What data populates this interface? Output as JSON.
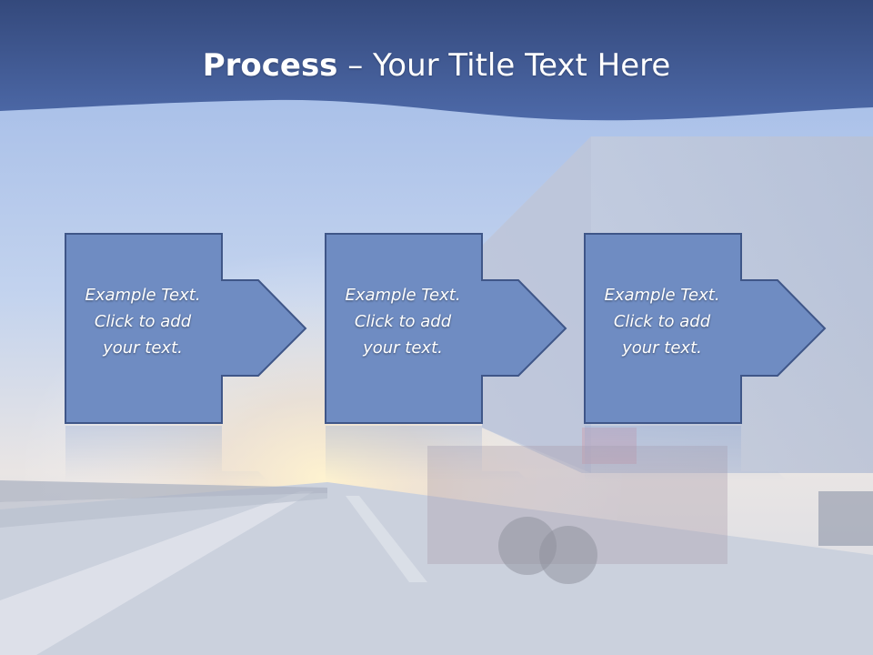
{
  "slide": {
    "title_bold": "Process",
    "title_rest": " – Your Title Text Here"
  },
  "steps": [
    {
      "line1": "Example Text.",
      "line2": "Click  to add",
      "line3": "your text."
    },
    {
      "line1": "Example Text.",
      "line2": "Click  to add",
      "line3": "your text."
    },
    {
      "line1": "Example Text.",
      "line2": "Click  to add",
      "line3": "your text."
    }
  ],
  "colors": {
    "header_band": "#2e4a86",
    "shape_fill": "#6f8cc2",
    "shape_stroke": "#3f5688",
    "sky_top": "#a9c2e9",
    "road": "#c9d0dc"
  },
  "icons": [
    "arrow-right-icon"
  ]
}
